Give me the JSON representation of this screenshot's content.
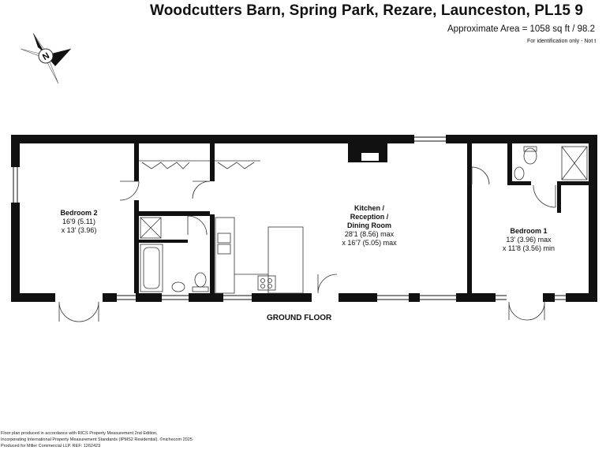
{
  "header": {
    "title": "Woodcutters Barn, Spring Park, Rezare, Launceston, PL15 9",
    "area": "Approximate Area = 1058 sq ft / 98.2",
    "identification": "For identification only - Not t"
  },
  "compass": {
    "icon": "compass-north-icon",
    "letter": "N"
  },
  "rooms": {
    "bedroom2": {
      "name": "Bedroom 2",
      "dim1": "16'9 (5.11)",
      "dim2": "x 13' (3.96)"
    },
    "kitchen": {
      "name1": "Kitchen /",
      "name2": "Reception /",
      "name3": "Dining Room",
      "dim1": "28'1 (8.56) max",
      "dim2": "x 16'7 (5.05) max"
    },
    "bedroom1": {
      "name": "Bedroom 1",
      "dim1": "13' (3.96) max",
      "dim2": "x 11'8 (3.56) min"
    }
  },
  "floor_label": "GROUND FLOOR",
  "footer": {
    "line1": "Floor plan produced in accordance with RICS Property Measurement 2nd Edition,",
    "line2": "Incorporating International Property Measurement Standards (IPMS2 Residential).  ©nichecom 2025",
    "line3": "Produced for Miller Commercial LLP.    REF:    1262423"
  }
}
